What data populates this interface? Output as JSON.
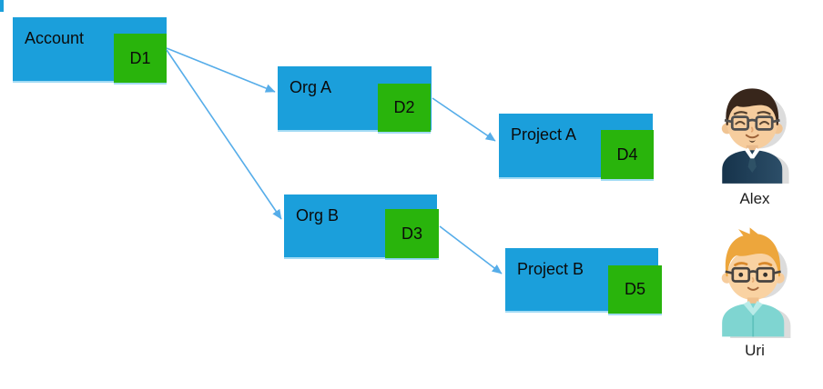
{
  "diagram": {
    "nodes": [
      {
        "id": "account",
        "label": "Account",
        "badge": "D1"
      },
      {
        "id": "org-a",
        "label": "Org A",
        "badge": "D2"
      },
      {
        "id": "project-a",
        "label": "Project A",
        "badge": "D4"
      },
      {
        "id": "org-b",
        "label": "Org B",
        "badge": "D3"
      },
      {
        "id": "project-b",
        "label": "Project B",
        "badge": "D5"
      }
    ],
    "edges": [
      {
        "from": "D1",
        "to": "Org A"
      },
      {
        "from": "D1",
        "to": "Org B"
      },
      {
        "from": "D2",
        "to": "Project A"
      },
      {
        "from": "D3",
        "to": "Project B"
      }
    ],
    "colors": {
      "node_blue": "#1B9FDB",
      "badge_green": "#29B40C",
      "arrow_blue": "#56ADE9"
    }
  },
  "users": [
    {
      "name": "Alex"
    },
    {
      "name": "Uri"
    }
  ]
}
